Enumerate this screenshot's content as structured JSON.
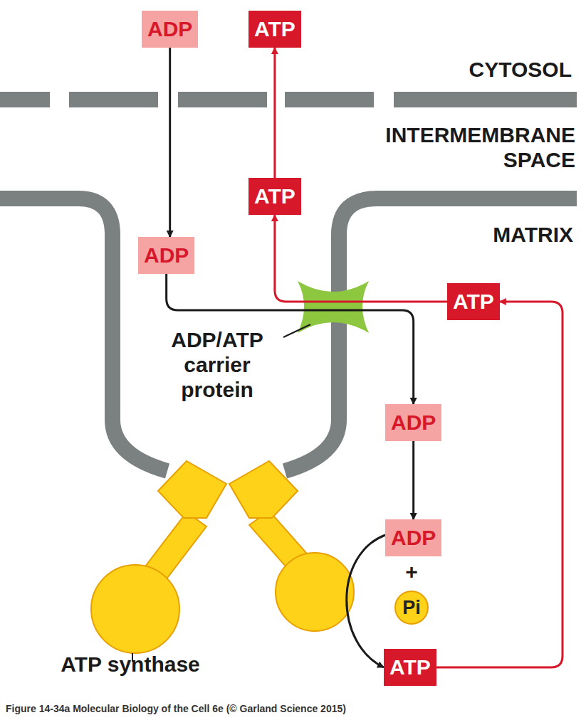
{
  "diagram": {
    "caption": "Figure 14-34a Molecular Biology of the Cell 6e (© Garland Science 2015)",
    "nodes": [
      {
        "text": [
          "ADP"
        ]
      },
      {
        "text": [
          "ATP"
        ]
      },
      {
        "text": [
          "ATP"
        ]
      },
      {
        "text": [
          "ADP"
        ]
      },
      {
        "text": [
          "ATP"
        ]
      },
      {
        "text": [
          "ADP"
        ]
      },
      {
        "text": [
          "ADP"
        ]
      },
      {
        "text": [
          "Pi"
        ]
      },
      {
        "text": [
          "ATP"
        ]
      }
    ],
    "edges": [
      {
        "from": 0,
        "to": 3,
        "arrow": "to"
      },
      {
        "from": 2,
        "to": 1,
        "arrow": "to"
      },
      {
        "from": 3,
        "to": 5,
        "arrow": "to"
      },
      {
        "from": 4,
        "to": 2,
        "arrow": "to"
      },
      {
        "from": 5,
        "to": 6,
        "arrow": "to"
      },
      {
        "from": 6,
        "to": 8,
        "arrow": "to"
      },
      {
        "from": 8,
        "to": 4,
        "arrow": "to"
      }
    ],
    "labels": [
      "CYTOSOL",
      "INTERMEMBRANE SPACE",
      "MATRIX",
      "ADP/ATP carrier protein",
      "ATP synthase",
      "+"
    ]
  }
}
